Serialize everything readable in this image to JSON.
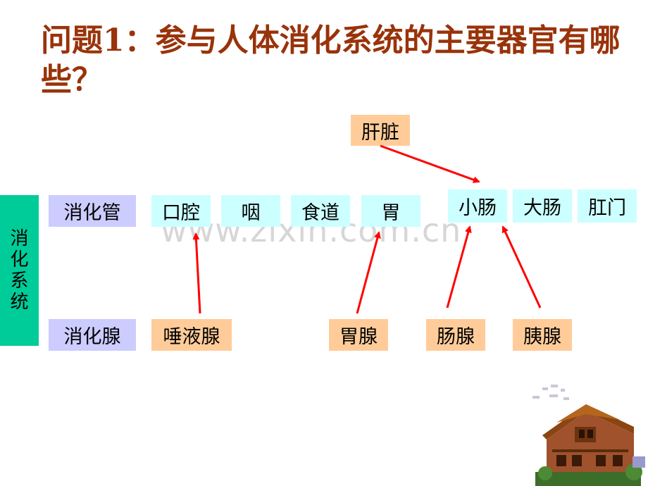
{
  "title": "问题1：参与人体消化系统的主要器官有哪些？",
  "sidebar": {
    "label_chars": [
      "消",
      "化",
      "系",
      "统"
    ]
  },
  "row_tract": {
    "label": "消化管",
    "organs": [
      "口腔",
      "咽",
      "食道",
      "胃"
    ],
    "organs_right": [
      "小肠",
      "大肠",
      "肛门"
    ]
  },
  "liver": "肝脏",
  "row_glands": {
    "label": "消化腺",
    "glands": [
      "唾液腺",
      "胃腺",
      "肠腺",
      "胰腺"
    ]
  },
  "watermark": "www.zixin.com.cn",
  "colors": {
    "title": "#99330a",
    "organ_box": "#ccffff",
    "gland_box": "#ffcc99",
    "label_box": "#ccccff",
    "sidebar": "#00cc99",
    "arrow": "#ff0000"
  },
  "icons": [
    "house-clipart"
  ]
}
